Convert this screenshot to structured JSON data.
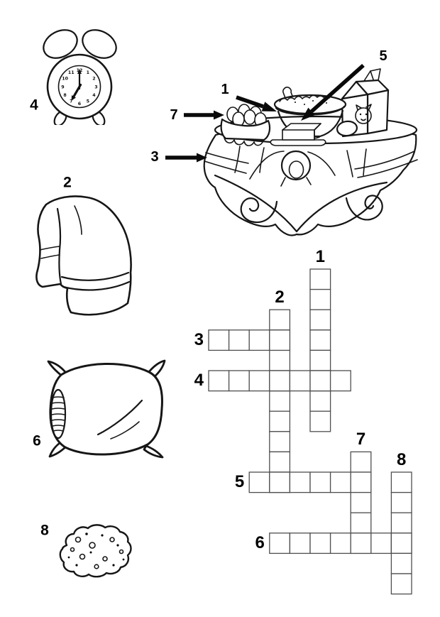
{
  "worksheet": {
    "background": "#ffffff",
    "ink_color": "#161616",
    "grid_line_color": "#4f4f4f",
    "label_color": "#000000"
  },
  "figures": {
    "alarm_clock": {
      "number": "4",
      "time_shown": "7:00",
      "dial_numerals": [
        "12",
        "1",
        "2",
        "3",
        "4",
        "5",
        "6",
        "7",
        "8",
        "9",
        "10",
        "11"
      ]
    },
    "towel": {
      "number": "2"
    },
    "pillow": {
      "number": "6"
    },
    "cookie": {
      "number": "8"
    },
    "breakfast_table": {
      "callouts": [
        {
          "number": "1",
          "target": "bowl-of-porridge"
        },
        {
          "number": "5",
          "target": "butter"
        },
        {
          "number": "7",
          "target": "eggs"
        },
        {
          "number": "3",
          "target": "table"
        }
      ]
    }
  },
  "crossword": {
    "cell_size": 28.6,
    "columns": 10,
    "rows": 16,
    "words": [
      {
        "number": "1",
        "direction": "down",
        "col": 6,
        "row": 1,
        "length": 8
      },
      {
        "number": "2",
        "direction": "down",
        "col": 4,
        "row": 3,
        "length": 9
      },
      {
        "number": "3",
        "direction": "across",
        "col": 1,
        "row": 4,
        "length": 4
      },
      {
        "number": "4",
        "direction": "across",
        "col": 1,
        "row": 6,
        "length": 7
      },
      {
        "number": "5",
        "direction": "across",
        "col": 3,
        "row": 11,
        "length": 6
      },
      {
        "number": "6",
        "direction": "across",
        "col": 4,
        "row": 14,
        "length": 7
      },
      {
        "number": "7",
        "direction": "down",
        "col": 8,
        "row": 10,
        "length": 5
      },
      {
        "number": "8",
        "direction": "down",
        "col": 10,
        "row": 11,
        "length": 6
      }
    ]
  }
}
